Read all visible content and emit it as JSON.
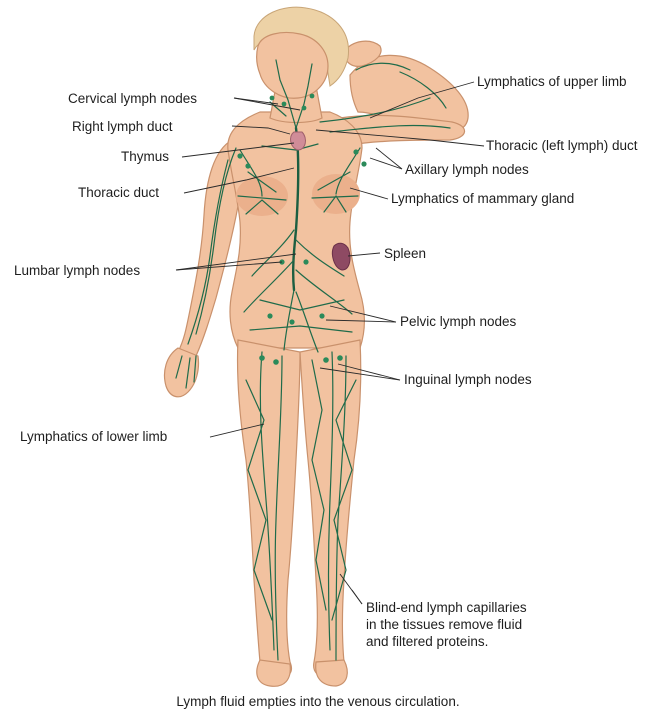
{
  "labels": {
    "cervical": "Cervical lymph nodes",
    "right_duct": "Right lymph duct",
    "thymus": "Thymus",
    "thoracic_duct": "Thoracic duct",
    "lumbar": "Lumbar lymph nodes",
    "lower_limb": "Lymphatics of lower limb",
    "upper_limb": "Lymphatics of upper limb",
    "thoracic_left": "Thoracic (left lymph) duct",
    "axillary": "Axillary lymph nodes",
    "mammary": "Lymphatics of mammary gland",
    "spleen": "Spleen",
    "pelvic": "Pelvic lymph nodes",
    "inguinal": "Inguinal lymph nodes",
    "blind_end_1": "Blind-end lymph capillaries",
    "blind_end_2": "in the tissues remove fluid",
    "blind_end_3": "and filtered proteins."
  },
  "caption": "Lymph fluid empties into the venous circulation.",
  "colors": {
    "skin": "#f2c2a0",
    "lymph": "#1f6b4a",
    "organ": "#c98a95",
    "spleen": "#8e4a63"
  }
}
